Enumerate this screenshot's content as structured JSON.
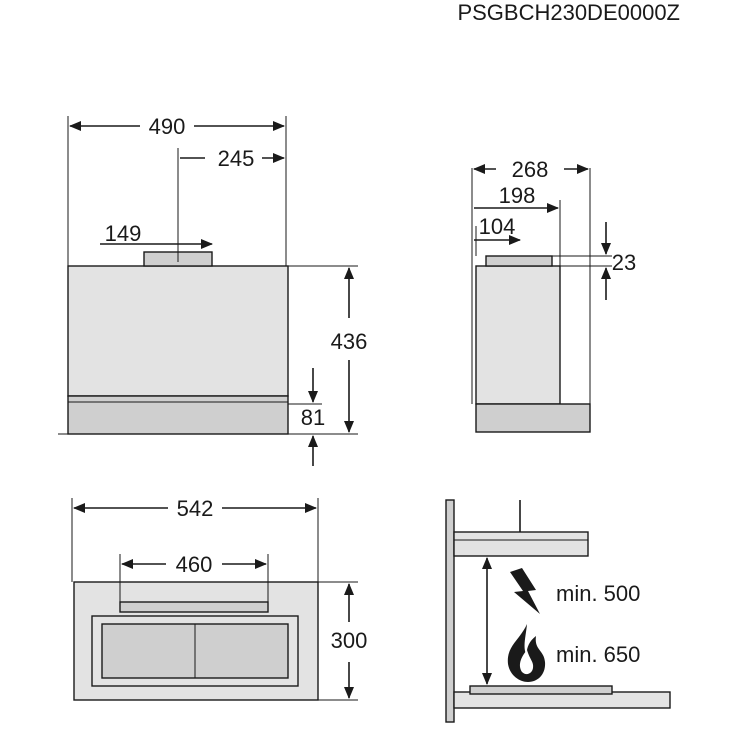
{
  "model_code": "PSGBCH230DE0000Z",
  "front_view": {
    "total_width": "490",
    "outlet_offset": "245",
    "outlet_width": "149",
    "height": "436",
    "bottom_height": "81"
  },
  "side_view": {
    "total_depth": "268",
    "depth_mid": "198",
    "outlet_offset": "104",
    "outlet_height": "23"
  },
  "top_view": {
    "total_width": "542",
    "inner_width": "460",
    "depth": "300"
  },
  "clearance_view": {
    "electric_label": "min. 500",
    "gas_label": "min. 650",
    "electric_icon": "lightning-icon",
    "gas_icon": "flame-icon"
  }
}
